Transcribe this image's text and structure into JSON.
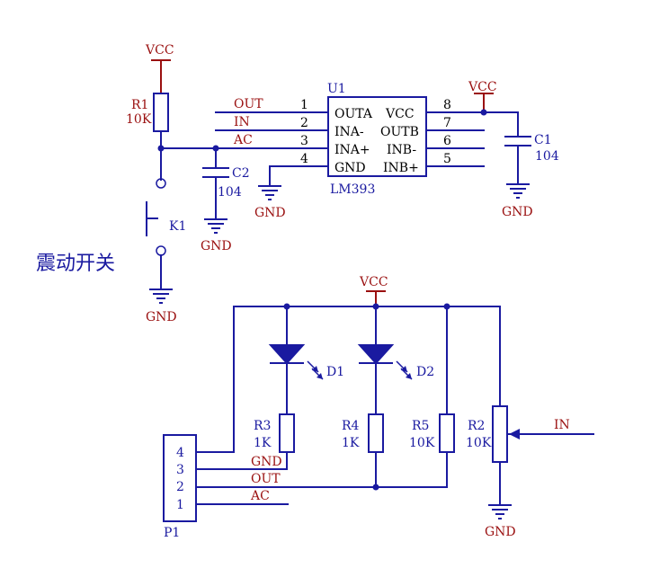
{
  "colors": {
    "wire": "#1a1aa0",
    "net_label": "#9a1010",
    "ic_text": "#000000"
  },
  "ic": {
    "designator": "U1",
    "part": "LM393",
    "left_pins": [
      {
        "num": "1",
        "name": "OUTA"
      },
      {
        "num": "2",
        "name": "INA-"
      },
      {
        "num": "3",
        "name": "INA+"
      },
      {
        "num": "4",
        "name": "GND"
      }
    ],
    "right_pins": [
      {
        "num": "8",
        "name": "VCC"
      },
      {
        "num": "7",
        "name": "OUTB"
      },
      {
        "num": "6",
        "name": "INB-"
      },
      {
        "num": "5",
        "name": "INB+"
      }
    ]
  },
  "nets": {
    "vcc": "VCC",
    "gnd": "GND",
    "out": "OUT",
    "in": "IN",
    "ac": "AC"
  },
  "components": {
    "r1": {
      "ref": "R1",
      "value": "10K"
    },
    "r2": {
      "ref": "R2",
      "value": "10K"
    },
    "r3": {
      "ref": "R3",
      "value": "1K"
    },
    "r4": {
      "ref": "R4",
      "value": "1K"
    },
    "r5": {
      "ref": "R5",
      "value": "10K"
    },
    "c1": {
      "ref": "C1",
      "value": "104"
    },
    "c2": {
      "ref": "C2",
      "value": "104"
    },
    "k1": {
      "ref": "K1",
      "label": "震动开关"
    },
    "d1": {
      "ref": "D1"
    },
    "d2": {
      "ref": "D2"
    },
    "p1": {
      "ref": "P1",
      "pins": [
        "4",
        "3",
        "2",
        "1"
      ]
    }
  }
}
